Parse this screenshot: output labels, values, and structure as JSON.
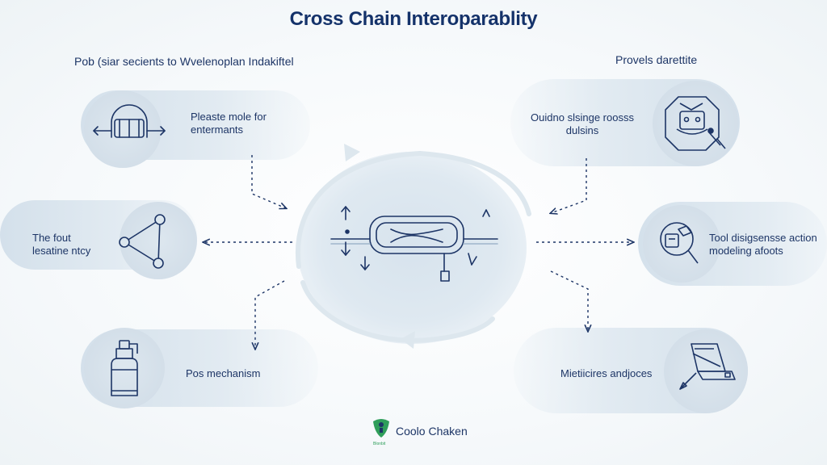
{
  "title": "Cross Chain Interoparablity",
  "left_section_title": "Pob (siar secients to  Wvelenoplan Indakiftel",
  "right_section_title": "Provels darettite",
  "nodes": {
    "top_left": {
      "line1": "Pleaste mole for",
      "line2": "entermants"
    },
    "mid_left": {
      "line1": "The fout",
      "line2": "lesatine ntcy"
    },
    "bottom_left": {
      "line1": "Pos mechanism"
    },
    "top_right": {
      "line1": "Ouidno slsinge roosss",
      "line2": "dulsins"
    },
    "mid_right": {
      "line1": "Tool disigsensse action",
      "line2": "modeling afoots"
    },
    "bottom_right": {
      "line1": "Mietiicires andjoces"
    }
  },
  "logo": {
    "text": "Coolo Chaken",
    "subtext": "Blonbit"
  },
  "colors": {
    "primary": "#14326a",
    "accent": "#2f9e5a",
    "node_fill": "#d6e2ec"
  },
  "icons": {
    "top_left": "bridge-arrows-icon",
    "mid_left": "triangle-network-icon",
    "bottom_left": "bottle-icon",
    "top_right": "octagon-robot-icon",
    "mid_right": "magnifier-tool-icon",
    "bottom_right": "laptop-pen-icon",
    "center": "chain-link-icon"
  }
}
